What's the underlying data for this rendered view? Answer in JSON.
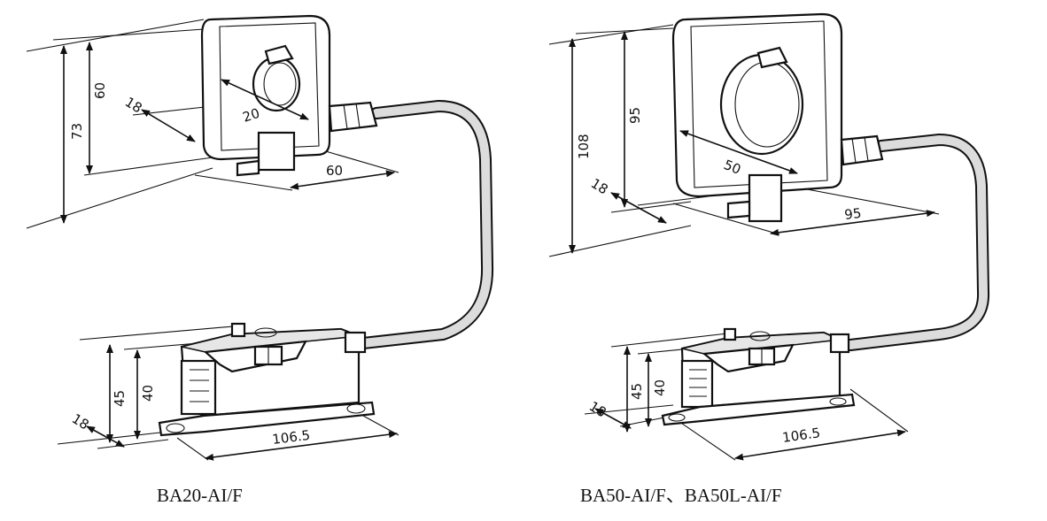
{
  "models": [
    {
      "caption": "BA20-AI/F",
      "sensor_dims": {
        "height_total": "73",
        "height_window": "60",
        "thickness": "18",
        "aperture": "20",
        "width": "60"
      },
      "module_dims": {
        "height_total": "45",
        "height_body": "40",
        "thickness": "18",
        "length": "106.5"
      }
    },
    {
      "caption": "BA50-AI/F、BA50L-AI/F",
      "sensor_dims": {
        "height_total": "108",
        "height_window": "95",
        "thickness": "18",
        "aperture": "50",
        "width": "95"
      },
      "module_dims": {
        "height_total": "45",
        "height_body": "40",
        "thickness": "18",
        "length": "106.5"
      }
    }
  ]
}
